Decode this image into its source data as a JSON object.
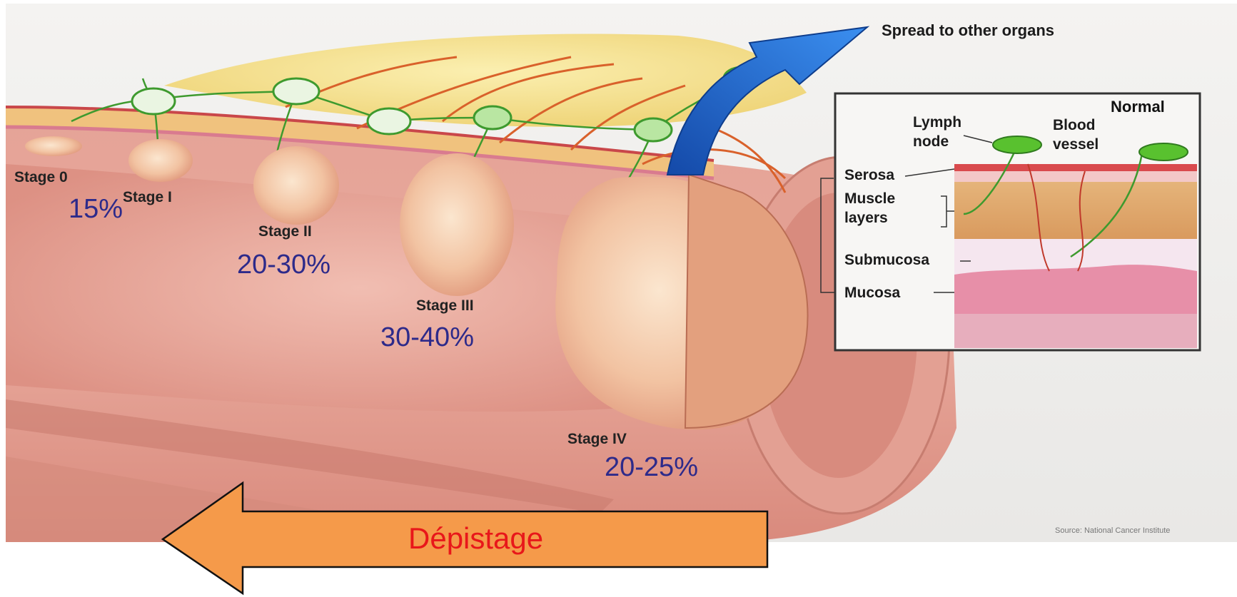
{
  "spread_label": "Spread to other organs",
  "stages": [
    {
      "label": "Stage 0"
    },
    {
      "label": "Stage I",
      "percent": "15%"
    },
    {
      "label": "Stage II",
      "percent": "20-30%"
    },
    {
      "label": "Stage III",
      "percent": "30-40%"
    },
    {
      "label": "Stage IV",
      "percent": "20-25%"
    }
  ],
  "inset": {
    "title": "Normal",
    "lymph_node": "Lymph node",
    "blood_vessel": "Blood vessel",
    "layers": [
      "Serosa",
      "Muscle layers",
      "Submucosa",
      "Mucosa"
    ]
  },
  "source": "Source: National Cancer Institute",
  "screening_arrow": {
    "label": "Dépistage",
    "color": "#f59a4a"
  },
  "colors": {
    "percent_text": "#2d2a8a",
    "arrow_text": "#e8171a",
    "spread_arrow": "#1f63c9",
    "lymph_node": "#59c12f"
  }
}
